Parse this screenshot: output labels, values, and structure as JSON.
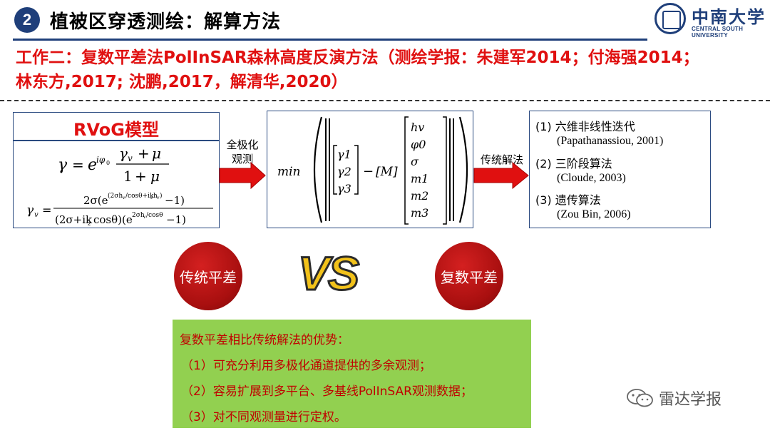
{
  "header": {
    "section_number": "2",
    "title": "植被区穿透测绘：解算方法",
    "logo_cn": "中南大学",
    "logo_en": "CENTRAL SOUTH UNIVERSITY"
  },
  "work_title": {
    "line1": "工作二：复数平差法PolInSAR森林高度反演方法（测绘学报：朱建军2014；付海强2014；",
    "line2": "林东方,2017; 沈鹏,2017，解清华,2020）"
  },
  "rvog": {
    "title": "RVoG模型"
  },
  "arrows": {
    "left_label_line1": "全极化",
    "left_label_line2": "观测",
    "right_label": "传统解法"
  },
  "minimization": {
    "min_label": "min",
    "left_vector": [
      "γ1",
      "γ2",
      "γ3"
    ],
    "matrix_label": "[M]",
    "param_vector": [
      "hv",
      "φ0",
      "σ",
      "m1",
      "m2",
      "m3"
    ]
  },
  "methods": [
    {
      "name": "(1) 六维非线性迭代",
      "ref": "(Papathanassiou, 2001)"
    },
    {
      "name": "(2) 三阶段算法",
      "ref": "(Cloude, 2003)"
    },
    {
      "name": "(3) 遗传算法",
      "ref": "(Zou Bin, 2006)"
    }
  ],
  "comparison": {
    "left": "传统平差",
    "vs": "VS",
    "right": "复数平差"
  },
  "advantages": {
    "heading": "复数平差相比传统解法的优势：",
    "items": [
      "（1）可充分利用多极化通道提供的多余观测；",
      "（2）容易扩展到多平台、多基线PolInSAR观测数据；",
      "（3）对不同观测量进行定权。"
    ]
  },
  "watermark": {
    "text": "雷达学报",
    "icon": "wechat-icon"
  },
  "colors": {
    "accent_red": "#e01010",
    "navy": "#1f3f7a",
    "green_box": "#92d050",
    "vs_yellow": "#f2c21a"
  }
}
